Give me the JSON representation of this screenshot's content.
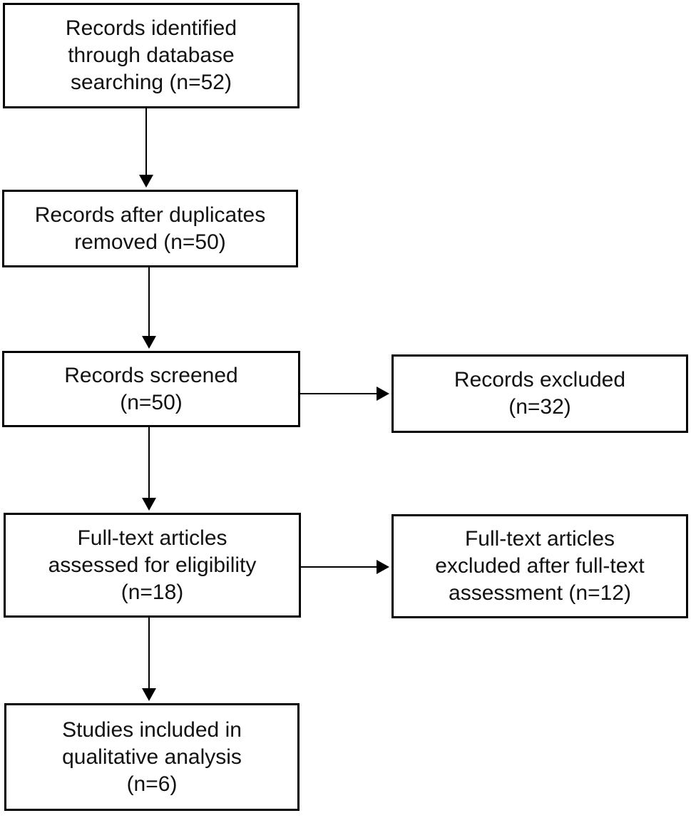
{
  "colors": {
    "background": "#ffffff",
    "border": "#000000",
    "text": "#111111",
    "arrow": "#000000"
  },
  "nodes": [
    {
      "id": "records-identified",
      "label_lines": [
        "Records identified",
        "through database",
        "searching (n=52)"
      ]
    },
    {
      "id": "duplicates-removed",
      "label_lines": [
        "Records after duplicates",
        "removed (n=50)"
      ]
    },
    {
      "id": "records-screened",
      "label_lines": [
        "Records screened",
        "(n=50)"
      ]
    },
    {
      "id": "records-excluded",
      "label_lines": [
        "Records excluded",
        "(n=32)"
      ]
    },
    {
      "id": "fulltext-assessed",
      "label_lines": [
        "Full-text articles",
        "assessed for eligibility",
        "(n=18)"
      ]
    },
    {
      "id": "fulltext-excluded",
      "label_lines": [
        "Full-text articles",
        "excluded after full-text",
        "assessment (n=12)"
      ]
    },
    {
      "id": "studies-included",
      "label_lines": [
        "Studies included in",
        "qualitative analysis",
        "(n=6)"
      ]
    }
  ]
}
